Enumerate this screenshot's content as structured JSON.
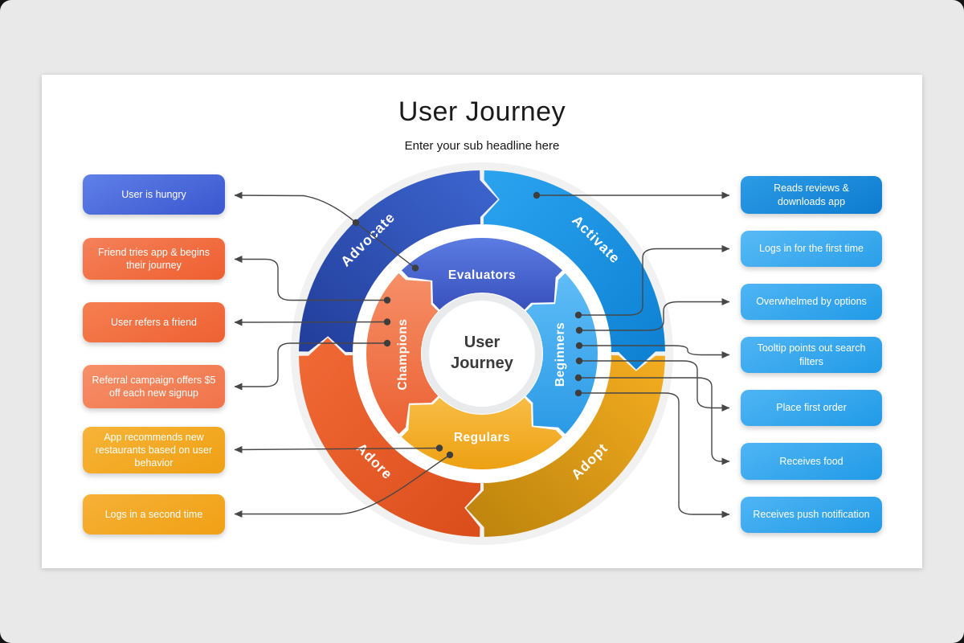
{
  "header": {
    "title": "User Journey",
    "subtitle": "Enter your sub headline here"
  },
  "diagram": {
    "center": {
      "line1": "User",
      "line2": "Journey"
    },
    "outer_segments": [
      {
        "id": "advocate",
        "label": "Advocate",
        "color_start": "#3d66cf",
        "color_end": "#223d9a"
      },
      {
        "id": "activate",
        "label": "Activate",
        "color_start": "#2ba4ef",
        "color_end": "#0d7fd2"
      },
      {
        "id": "adopt",
        "label": "Adopt",
        "color_start": "#f4ad20",
        "color_end": "#bb820c"
      },
      {
        "id": "adore",
        "label": "Adore",
        "color_start": "#f16a36",
        "color_end": "#da4d1b"
      }
    ],
    "inner_segments": [
      {
        "id": "evaluators",
        "label": "Evaluators",
        "color_start": "#5b7ce2",
        "color_end": "#3950bd"
      },
      {
        "id": "beginners",
        "label": "Beginners",
        "color_start": "#5fbdf7",
        "color_end": "#2b9ae6"
      },
      {
        "id": "regulars",
        "label": "Regulars",
        "color_start": "#f8bd45",
        "color_end": "#eda012"
      },
      {
        "id": "champions",
        "label": "Champions",
        "color_start": "#f68f67",
        "color_end": "#eb6133"
      }
    ]
  },
  "left_callouts": [
    {
      "label": "User is hungry",
      "grad": {
        "start": "#5f80e8",
        "end": "#3a57ce"
      }
    },
    {
      "label": "Friend tries app & begins their journey",
      "grad": {
        "start": "#f5815a",
        "end": "#ee5f2f"
      }
    },
    {
      "label": "User refers a friend",
      "grad": {
        "start": "#f57f52",
        "end": "#ee6132"
      }
    },
    {
      "label": "Referral campaign offers $5 off each new signup",
      "grad": {
        "start": "#f79068",
        "end": "#f0734a"
      }
    },
    {
      "label": "App recommends new restaurants based on user behavior",
      "grad": {
        "start": "#f7b438",
        "end": "#efa013"
      }
    },
    {
      "label": "Logs in a second time",
      "grad": {
        "start": "#f7b137",
        "end": "#f0a014"
      }
    }
  ],
  "right_callouts": [
    {
      "label": "Reads reviews & downloads app",
      "grad": {
        "start": "#2d9ce6",
        "end": "#0d7bce"
      }
    },
    {
      "label": "Logs in for the first time",
      "grad": {
        "start": "#58baf5",
        "end": "#2a9fe9"
      }
    },
    {
      "label": "Overwhelmed by options",
      "grad": {
        "start": "#4fb5f4",
        "end": "#219ae7"
      }
    },
    {
      "label": "Tooltip points out search filters",
      "grad": {
        "start": "#4fb5f4",
        "end": "#219ae7"
      }
    },
    {
      "label": "Place first order",
      "grad": {
        "start": "#4fb5f4",
        "end": "#219ae7"
      }
    },
    {
      "label": "Receives food",
      "grad": {
        "start": "#4fb5f4",
        "end": "#219ae7"
      }
    },
    {
      "label": "Receives push notification",
      "grad": {
        "start": "#4fb5f4",
        "end": "#219ae7"
      }
    }
  ],
  "connector_color": "#474747",
  "dot_color": "#3e3e3e",
  "slide_background": "#ffffff",
  "page_background": "#e9e9e9"
}
